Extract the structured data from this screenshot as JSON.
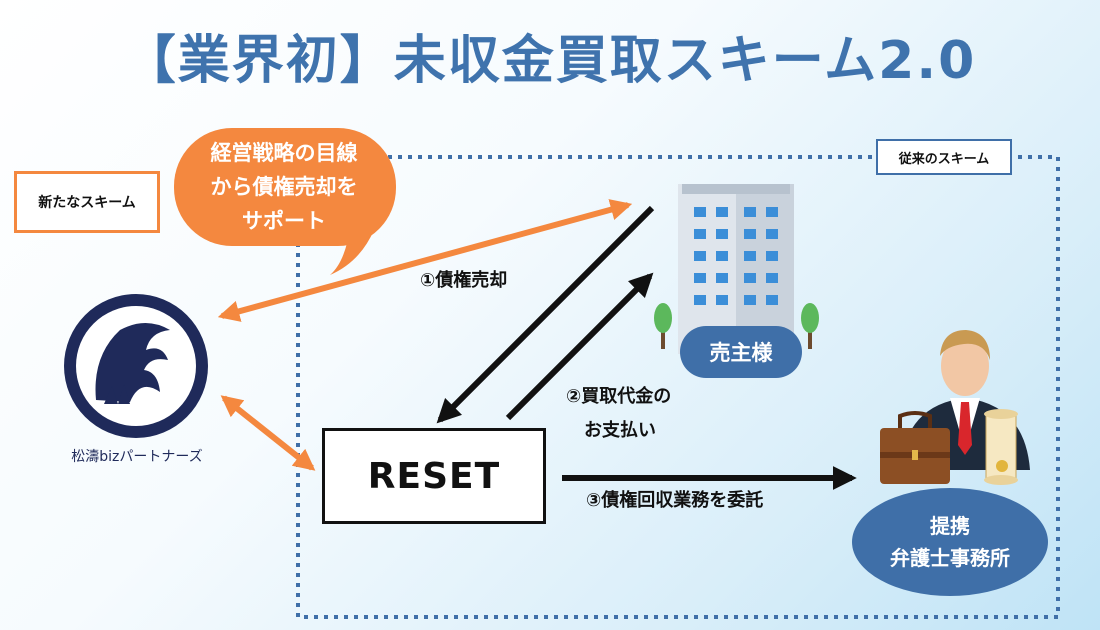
{
  "title": "【業界初】未収金買取スキーム2.0",
  "labels": {
    "new_scheme": "新たなスキーム",
    "old_scheme": "従来のスキーム",
    "bubble_line1": "経営戦略の目線",
    "bubble_line2": "から債権売却を",
    "bubble_line3": "サポート",
    "reset": "RESET",
    "step1": "①債権売却",
    "step2_line1": "②買取代金の",
    "step2_line2": "お支払い",
    "step3": "③債権回収業務を委託",
    "seller": "売主様",
    "lawyer_line1": "提携",
    "lawyer_line2": "弁護士事務所",
    "company": "松濤bizパートナーズ"
  },
  "colors": {
    "title": "#3f73ad",
    "orange": "#f4883f",
    "blue": "#3f6fa8",
    "navy": "#1f2a5a",
    "black": "#111111"
  },
  "icons": [
    "office-building-icon",
    "tree-icon",
    "lawyer-person-icon",
    "briefcase-icon",
    "scroll-document-icon",
    "wave-logo-icon"
  ]
}
